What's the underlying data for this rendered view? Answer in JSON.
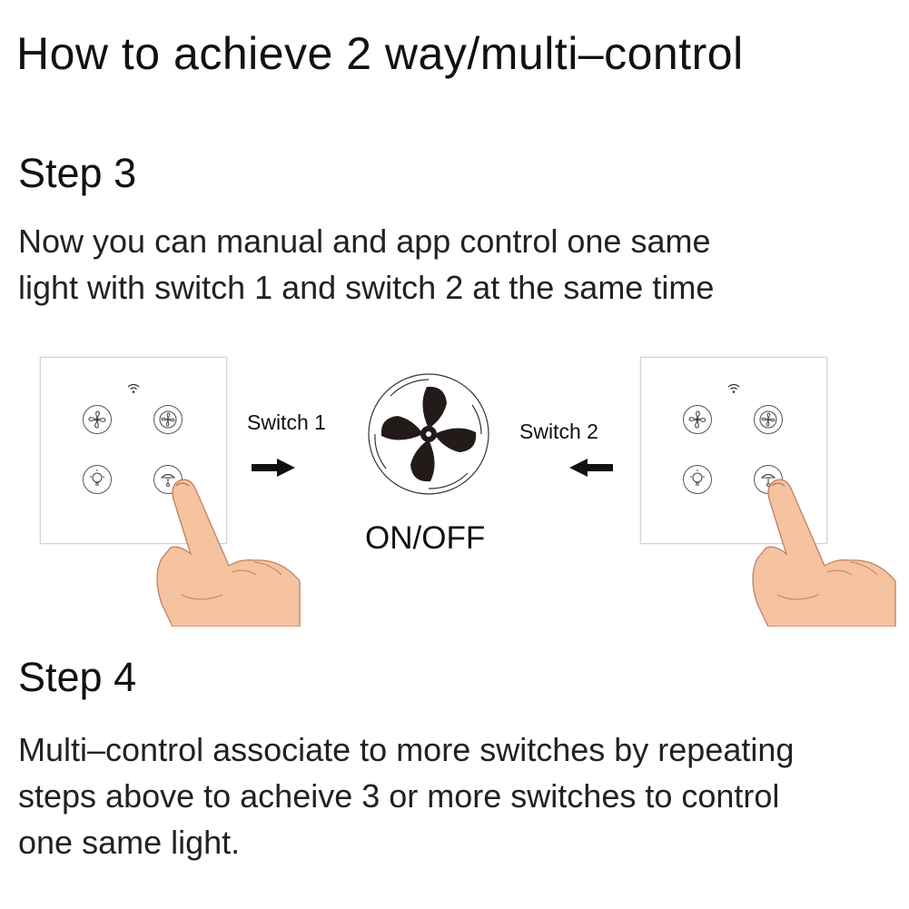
{
  "title": "How to achieve 2 way/multi–control",
  "step3": {
    "heading": "Step 3",
    "lines": [
      "Now you can manual and app control one same",
      "light with switch 1 and switch 2 at the same time"
    ]
  },
  "diagram": {
    "switch1_label": "Switch 1",
    "switch2_label": "Switch 2",
    "center_label": "ON/OFF"
  },
  "step4": {
    "heading": "Step 4",
    "lines": [
      "Multi–control associate to more switches by repeating",
      "steps above to acheive 3 or more switches to control",
      "one same light."
    ]
  },
  "colors": {
    "text": "#111111",
    "fan": "#231a1a",
    "skin": "#f6c3a0",
    "panel_border": "#d3d3d3"
  },
  "icons": [
    "wifi-icon",
    "fan-icon",
    "fan-speed-icon",
    "light-icon",
    "fan-light-icon",
    "arrow-right-icon",
    "arrow-left-icon",
    "hand-icon"
  ]
}
